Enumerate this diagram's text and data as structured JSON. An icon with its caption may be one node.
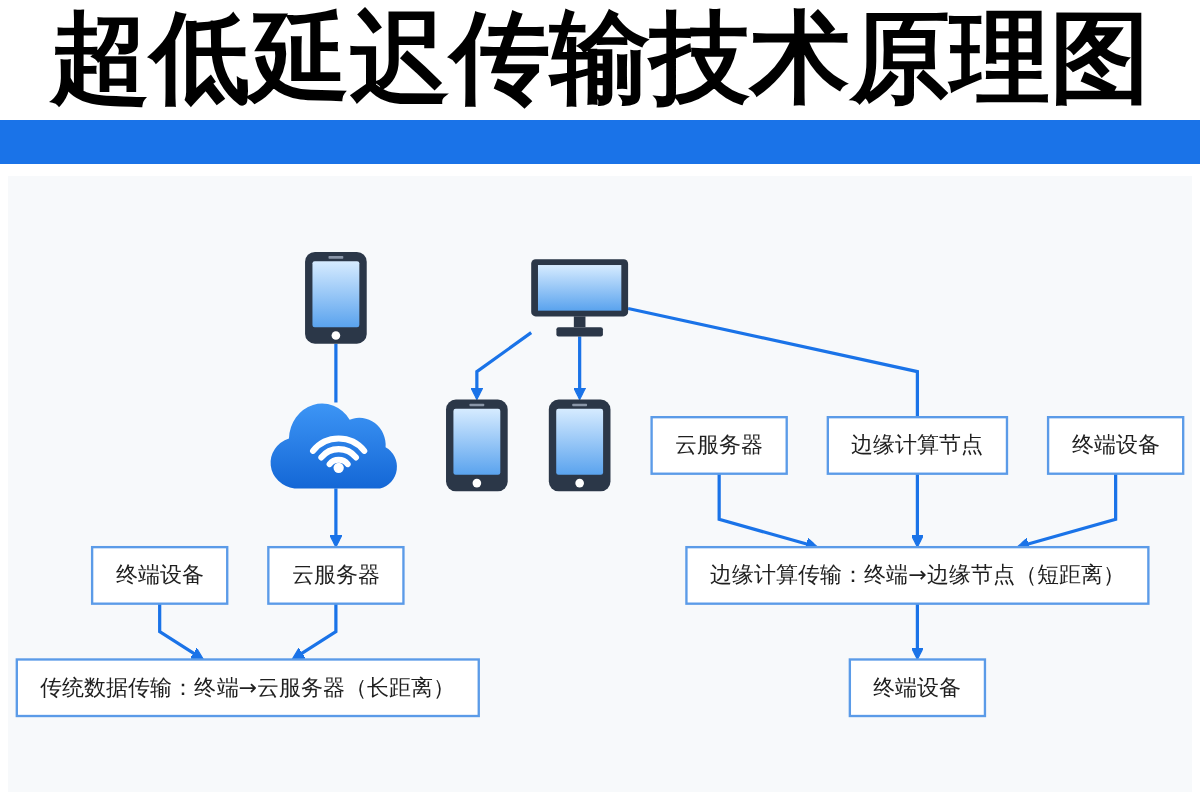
{
  "diagram": {
    "title": "超低延迟传输技术原理图",
    "nodes": [
      {
        "text": [],
        "shape": "picture"
      },
      {
        "text": [],
        "shape": "cloud"
      },
      {
        "text": [
          "终端设备"
        ]
      },
      {
        "text": [
          "云服务器"
        ]
      },
      {
        "text": [
          "传统数据传输：终端→云服务器（长距离）"
        ]
      },
      {
        "text": [],
        "shape": "picture"
      },
      {
        "text": [],
        "shape": "picture"
      },
      {
        "text": [],
        "shape": "picture"
      },
      {
        "text": [
          "云服务器"
        ]
      },
      {
        "text": [
          "边缘计算节点"
        ]
      },
      {
        "text": [
          "终端设备"
        ]
      },
      {
        "text": [
          "边缘计算传输：终端→边缘节点（短距离）"
        ]
      },
      {
        "text": [
          "终端设备"
        ]
      }
    ],
    "edges": [
      {
        "from": 0,
        "to": 1,
        "arrow": "none"
      },
      {
        "from": 1,
        "to": 3,
        "arrow": "to"
      },
      {
        "from": 2,
        "to": 4,
        "arrow": "to"
      },
      {
        "from": 3,
        "to": 4,
        "arrow": "to"
      },
      {
        "from": 5,
        "to": 6,
        "arrow": "to"
      },
      {
        "from": 5,
        "to": 7,
        "arrow": "to"
      },
      {
        "from": 5,
        "to": 9,
        "arrow": "none"
      },
      {
        "from": 8,
        "to": 11,
        "arrow": "to"
      },
      {
        "from": 9,
        "to": 11,
        "arrow": "to"
      },
      {
        "from": 10,
        "to": 11,
        "arrow": "to"
      },
      {
        "from": 11,
        "to": 12,
        "arrow": "to"
      }
    ]
  }
}
